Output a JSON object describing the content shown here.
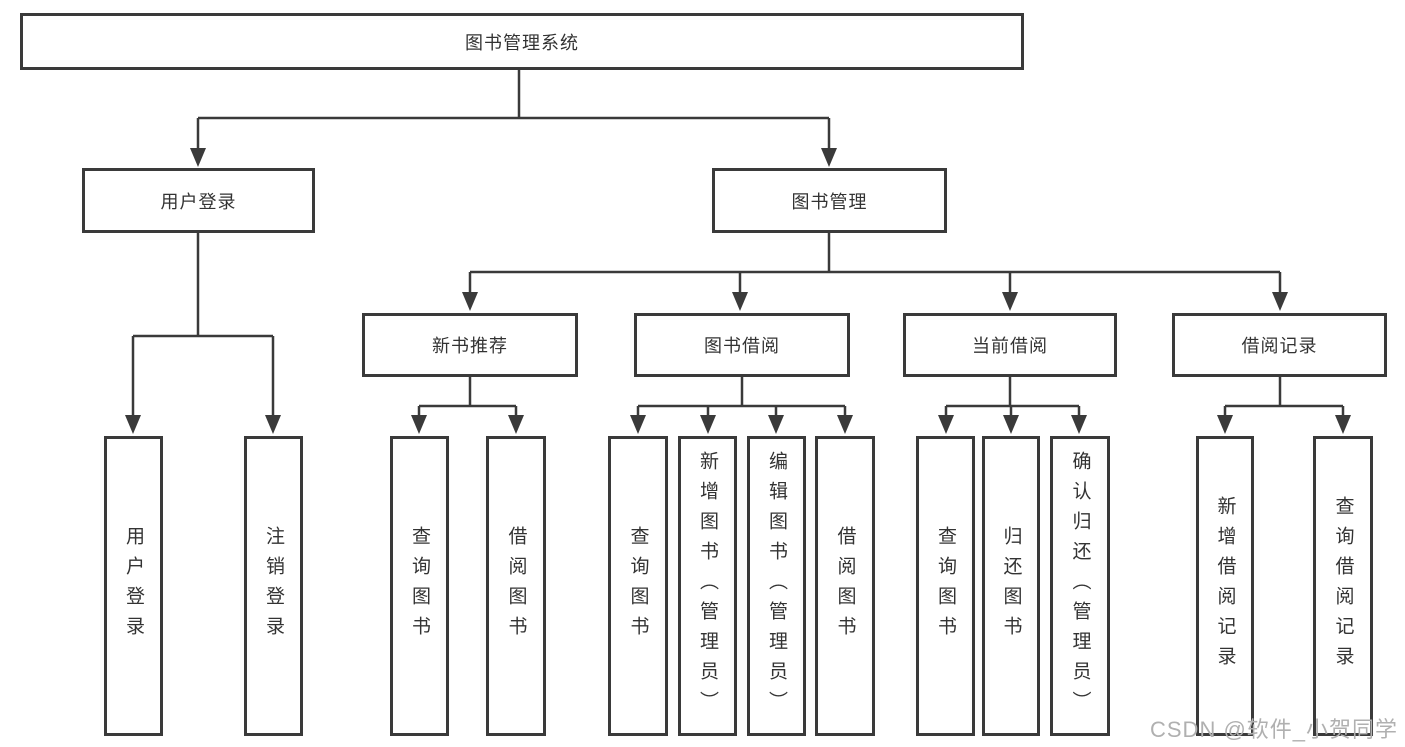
{
  "diagram": {
    "root": {
      "label": "图书管理系统"
    },
    "branches": [
      {
        "label": "用户登录",
        "children": [
          {
            "label": "用户登录"
          },
          {
            "label": "注销登录"
          }
        ]
      },
      {
        "label": "图书管理",
        "groups": [
          {
            "label": "新书推荐",
            "children": [
              {
                "label": "查询图书"
              },
              {
                "label": "借阅图书"
              }
            ]
          },
          {
            "label": "图书借阅",
            "children": [
              {
                "label": "查询图书"
              },
              {
                "label": "新增图书（管理员）"
              },
              {
                "label": "编辑图书（管理员）"
              },
              {
                "label": "借阅图书"
              }
            ]
          },
          {
            "label": "当前借阅",
            "children": [
              {
                "label": "查询图书"
              },
              {
                "label": "归还图书"
              },
              {
                "label": "确认归还（管理员）"
              }
            ]
          },
          {
            "label": "借阅记录",
            "children": [
              {
                "label": "新增借阅记录"
              },
              {
                "label": "查询借阅记录"
              }
            ]
          }
        ]
      }
    ]
  },
  "colors": {
    "line": "#3a3a3a",
    "box_border": "#3a3a3a",
    "text": "#333333",
    "watermark": "#b0b0b0"
  },
  "watermark": {
    "text": "CSDN @软件_小贺同学"
  }
}
